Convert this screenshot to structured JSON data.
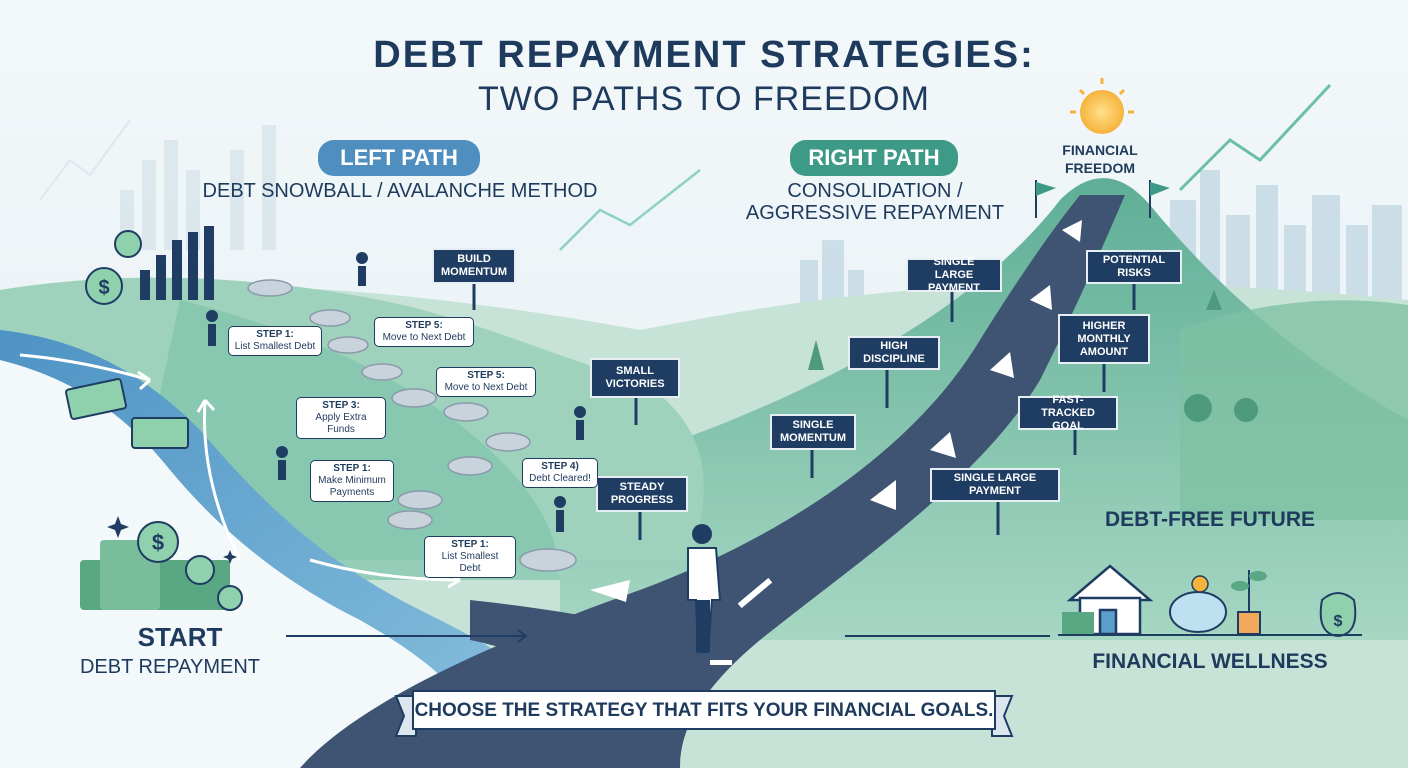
{
  "title": {
    "line1": "DEBT REPAYMENT STRATEGIES:",
    "line2": "TWO PATHS TO FREEDOM"
  },
  "left_path": {
    "label": "LEFT PATH",
    "subtitle": "DEBT SNOWBALL / AVALANCHE METHOD"
  },
  "right_path": {
    "label": "RIGHT PATH",
    "subtitle_line1": "CONSOLIDATION /",
    "subtitle_line2": "AGGRESSIVE REPAYMENT"
  },
  "summit": {
    "line1": "FINANCIAL",
    "line2": "FREEDOM"
  },
  "start": {
    "line1": "START",
    "line2": "DEBT REPAYMENT"
  },
  "future": {
    "heading": "DEBT-FREE FUTURE",
    "footer": "FINANCIAL WELLNESS"
  },
  "banner": "CHOOSE THE STRATEGY THAT FITS YOUR FINANCIAL GOALS.",
  "left_signs": {
    "build_momentum": "BUILD\nMOMENTUM",
    "small_victories": "SMALL\nVICTORIES",
    "steady_progress": "STEADY\nPROGRESS"
  },
  "right_signs": {
    "single_large_payment_top": "SINGLE LARGE\nPAYMENT",
    "potential_risks": "POTENTIAL\nRISKS",
    "high_discipline": "HIGH\nDISCIPLINE",
    "higher_monthly_amount": "HIGHER\nMONTHLY\nAMOUNT",
    "single_momentum": "SINGLE\nMOMENTUM",
    "fast_tracked_goal": "FAST-TRACKED\nGOAL",
    "single_large_payment_bottom": "SINGLE LARGE\nPAYMENT"
  },
  "steps": [
    {
      "title": "STEP 1:",
      "text": "List Smallest Debt"
    },
    {
      "title": "STEP 5:",
      "text": "Move to Next Debt"
    },
    {
      "title": "STEP 5:",
      "text": "Move to Next Debt"
    },
    {
      "title": "STEP 3:",
      "text": "Apply Extra Funds"
    },
    {
      "title": "STEP 1:",
      "text": "Make Minimum\nPayments"
    },
    {
      "title": "STEP 4)",
      "text": "Debt Cleared!"
    },
    {
      "title": "STEP 1:",
      "text": "List Smallest Debt"
    }
  ],
  "icons": [
    "dollar-sign-icon",
    "coin-stack-icon",
    "sun-icon",
    "flag-icon",
    "house-icon",
    "piggy-bank-icon",
    "plant-icon",
    "money-bag-icon",
    "person-icon",
    "sparkle-icon"
  ],
  "colors": {
    "navy": "#1f3d63",
    "left_accent": "#4f8fc0",
    "right_accent": "#3d9a86",
    "hill_green": "#7fc0a4",
    "river_blue": "#5d9fcc",
    "road": "#3f5473",
    "sun": "#f6b33c"
  }
}
